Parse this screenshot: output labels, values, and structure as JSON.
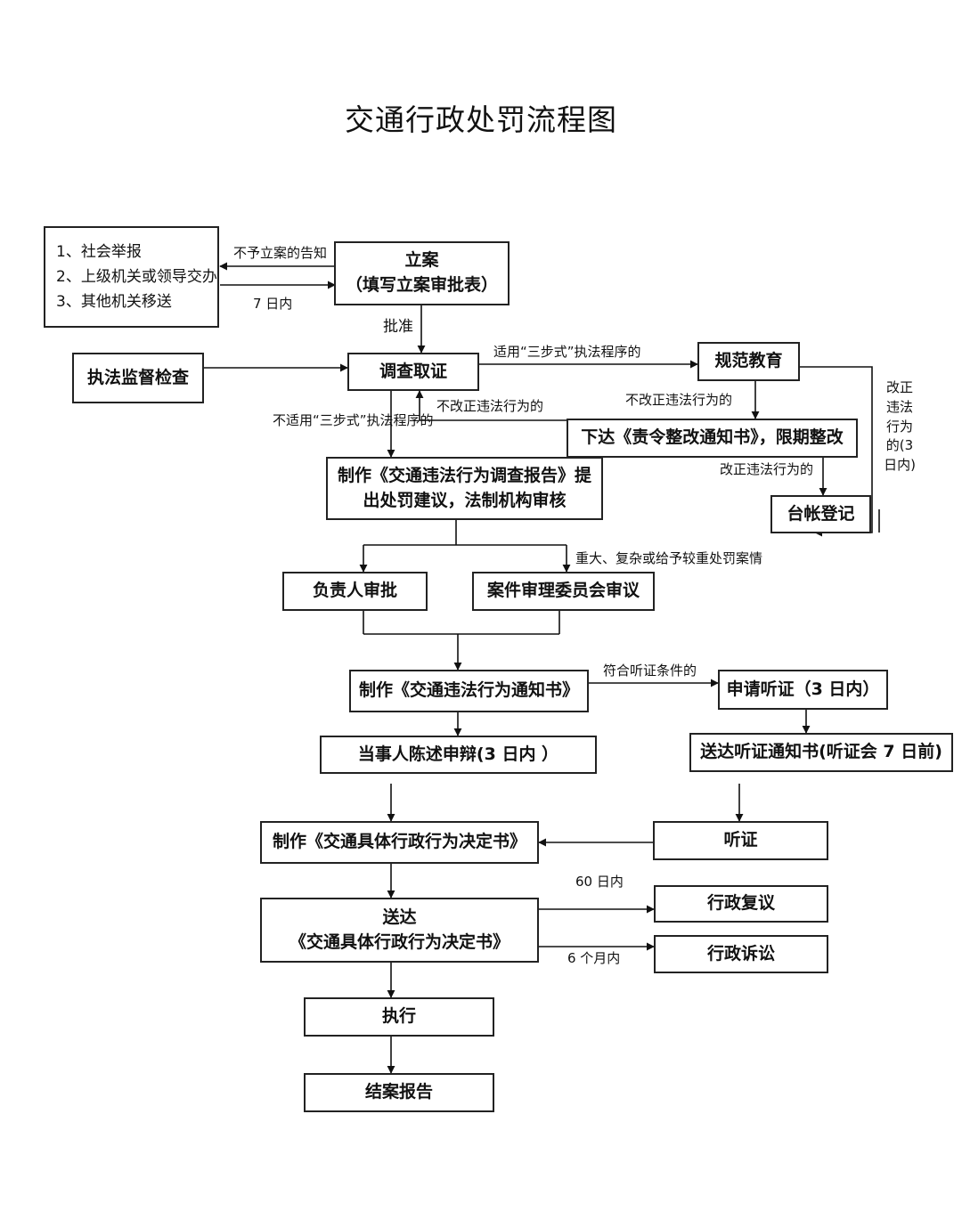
{
  "title": "交通行政处罚流程图",
  "boxes": {
    "sources": [
      "1、社会举报",
      "2、上级机关或领导交办",
      "3、其他机关移送"
    ],
    "filing": [
      "立案",
      "（填写立案审批表）"
    ],
    "inspection": "执法监督检查",
    "investigation": "调查取证",
    "education": "规范教育",
    "rectify_order": "下达《责令整改通知书》，限期整改",
    "report": [
      "制作《交通违法行为调查报告》提",
      "出处罚建议，法制机构审核"
    ],
    "ledger": "台帐登记",
    "leader_approval": "负责人审批",
    "committee_review": "案件审理委员会审议",
    "notice": "制作《交通违法行为通知书》",
    "hearing_apply": "申请听证（3 日内）",
    "defense": "当事人陈述申辩(3 日内 ）",
    "hearing_notice": "送达听证通知书(听证会 7 日前)",
    "decision": "制作《交通具体行政行为决定书》",
    "hearing": "听证",
    "deliver": [
      "送达",
      "《交通具体行政行为决定书》"
    ],
    "reconsideration": "行政复议",
    "litigation": "行政诉讼",
    "execute": "执行",
    "closing": "结案报告"
  },
  "labels": {
    "no_filing_notice": "不予立案的告知",
    "seven_days": "7 日内",
    "approve": "批准",
    "three_step": "适用“三步式”执法程序的",
    "not_corrected_back": "不改正违法行为的",
    "not_three_step": "不适用“三步式”执法程序的",
    "not_corrected": "不改正违法行为的",
    "corrected": "改正违法行为的",
    "corrected_side": "改正违法行为的(3日内)",
    "serious_case": "重大、复杂或给予较重处罚案情",
    "hearing_condition": "符合听证条件的",
    "sixty_days": "60 日内",
    "six_months": "6 个月内"
  }
}
